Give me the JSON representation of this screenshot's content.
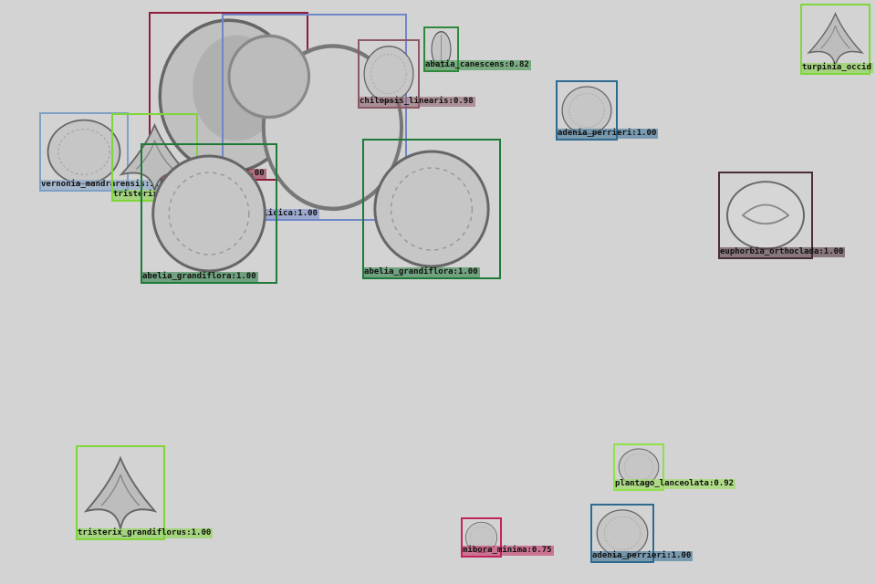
{
  "detections": [
    {
      "label": "mutisia_andersonii",
      "score": "1.00",
      "color": "#8f1d3a",
      "pollen": "pollen-oval-reticulate"
    },
    {
      "label": "abies_cilicica",
      "score": "1.00",
      "color": "#6f86c9",
      "pollen": "pollen-saccate"
    },
    {
      "label": "chilopsis_linearis",
      "score": "0.98",
      "color": "#8c5a66",
      "pollen": "pollen-round-small"
    },
    {
      "label": "abatia_canescens",
      "score": "0.82",
      "color": "#2f8a3e",
      "pollen": "pollen-elongated"
    },
    {
      "label": "turpinia_occid",
      "score": "",
      "color": "#7fd63a",
      "pollen": "pollen-triangular"
    },
    {
      "label": "adenia_perrieri",
      "score": "1.00",
      "color": "#2f6a8f",
      "pollen": "pollen-reticulate"
    },
    {
      "label": "vernonia_mandrarensis",
      "score": "1.00",
      "color": "#7ea1c4",
      "pollen": "pollen-echinate"
    },
    {
      "label": "tristerix_grandiflorus",
      "score": "1.00",
      "color": "#7fd63a",
      "pollen": "pollen-triangular"
    },
    {
      "label": "abelia_grandiflora",
      "score": "1.00",
      "color": "#1f7a3a",
      "pollen": "pollen-spiny"
    },
    {
      "label": "abelia_grandiflora",
      "score": "1.00",
      "color": "#1f7a3a",
      "pollen": "pollen-spiny"
    },
    {
      "label": "euphorbia_orthoclada",
      "score": "1.00",
      "color": "#4a2d36",
      "pollen": "pollen-oval-colpate"
    },
    {
      "label": "tristerix_grandiflorus",
      "score": "1.00",
      "color": "#7fd63a",
      "pollen": "pollen-triangular"
    },
    {
      "label": "plantago_lanceolata",
      "score": "0.92",
      "color": "#8fe04a",
      "pollen": "pollen-round-small"
    },
    {
      "label": "mibora_minima",
      "score": "0.75",
      "color": "#c2245e",
      "pollen": "pollen-round-small"
    },
    {
      "label": "adenia_perrieri",
      "score": "1.00",
      "color": "#2f6a8f",
      "pollen": "pollen-reticulate"
    }
  ]
}
